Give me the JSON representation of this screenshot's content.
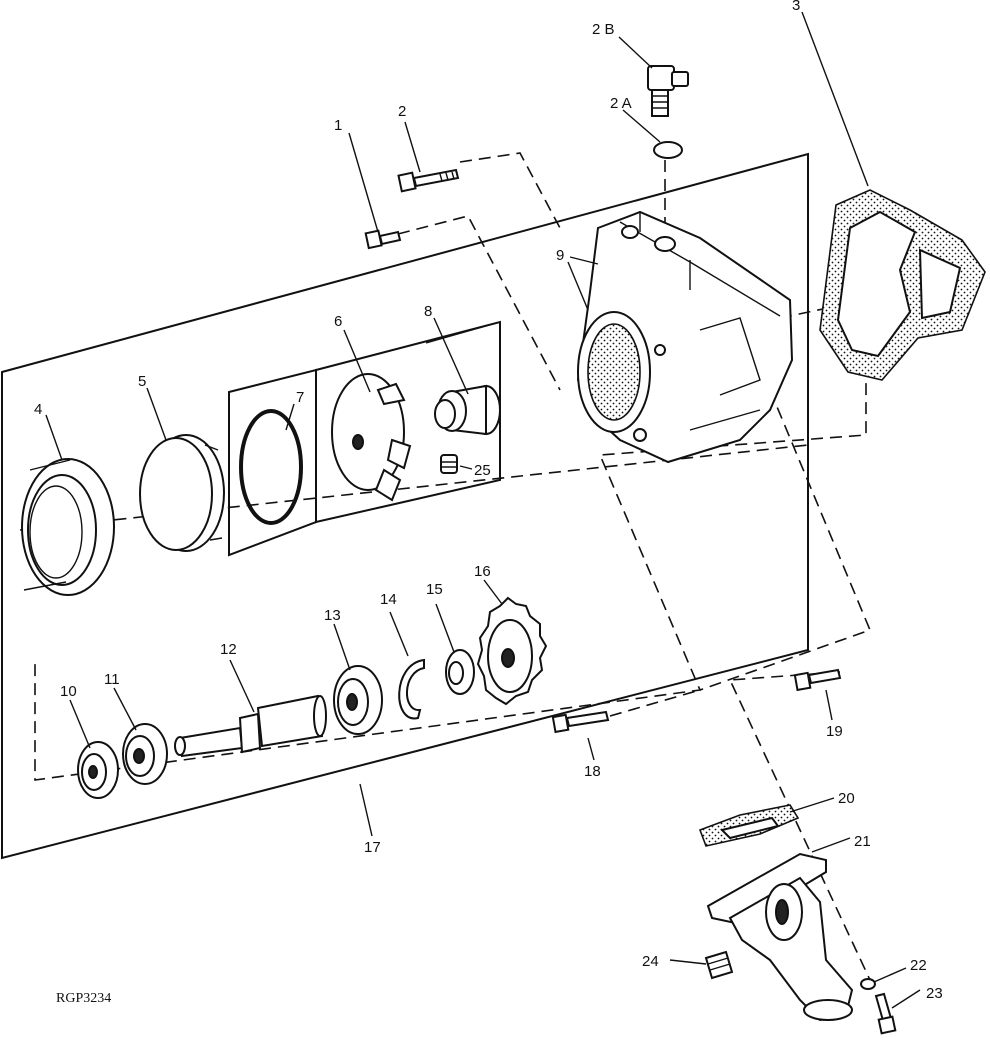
{
  "figure_ref": "RGP3234",
  "callouts": {
    "c1": "1",
    "c2": "2",
    "c2A": "2 A",
    "c2B": "2 B",
    "c3": "3",
    "c4": "4",
    "c5": "5",
    "c6": "6",
    "c7": "7",
    "c8": "8",
    "c9": "9",
    "c10": "10",
    "c11": "11",
    "c12": "12",
    "c13": "13",
    "c14": "14",
    "c15": "15",
    "c16": "16",
    "c17": "17",
    "c18": "18",
    "c19": "19",
    "c20": "20",
    "c21": "21",
    "c22": "22",
    "c23": "23",
    "c24": "24",
    "c25": "25"
  }
}
